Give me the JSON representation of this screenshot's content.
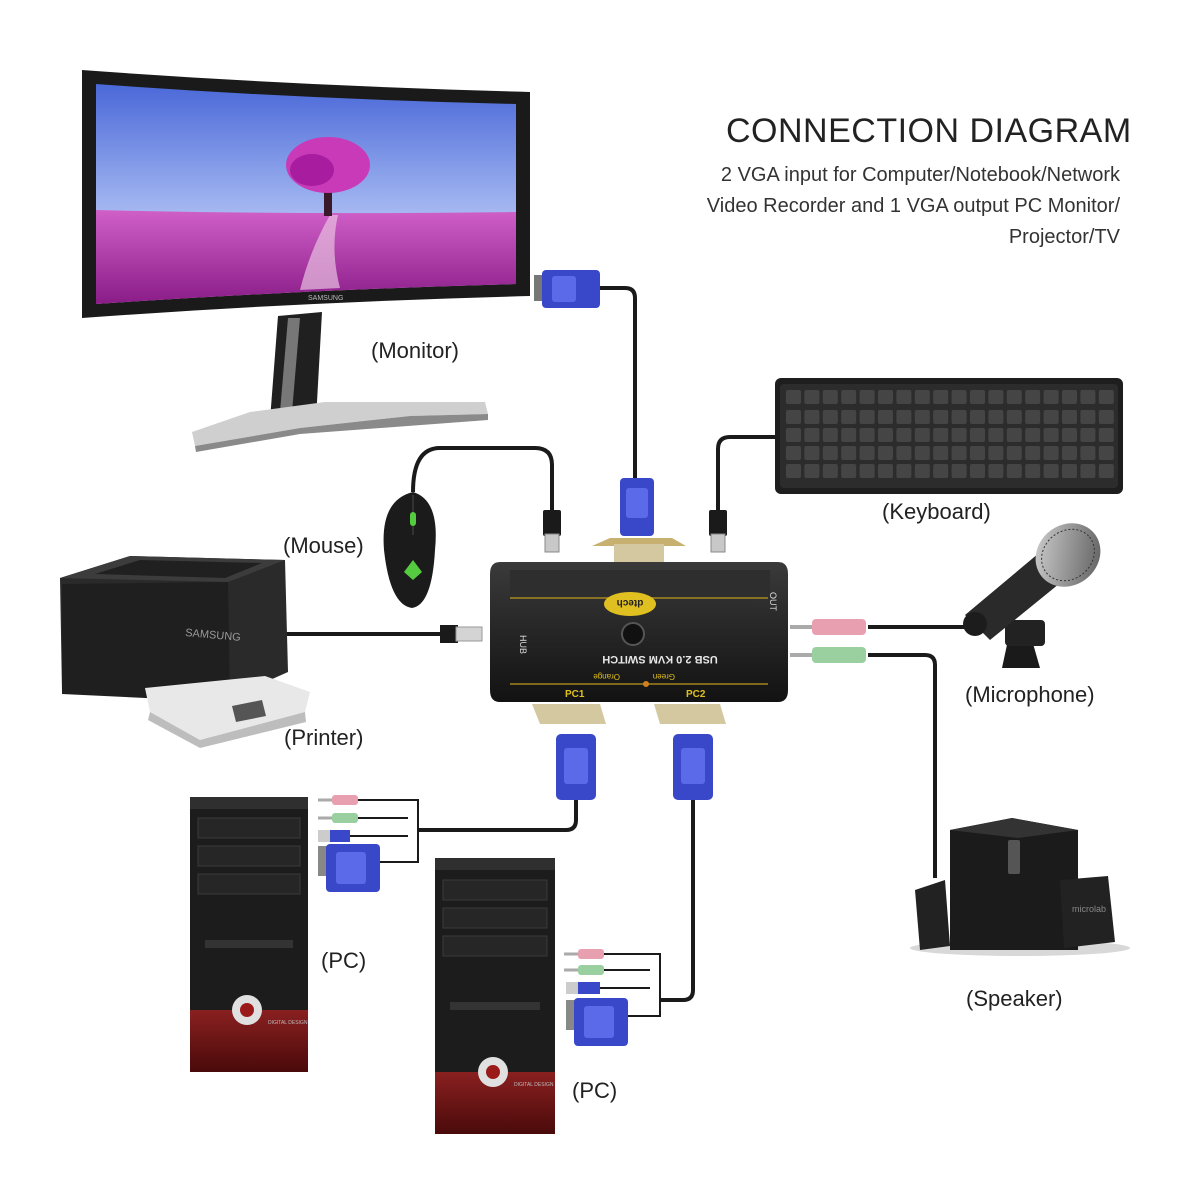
{
  "header": {
    "title": "CONNECTION DIAGRAM",
    "subtitle_lines": [
      "2 VGA input for Computer/Notebook/Network",
      "Video Recorder and 1 VGA output PC Monitor/",
      "Projector/TV"
    ]
  },
  "labels": {
    "monitor": "(Monitor)",
    "keyboard": "(Keyboard)",
    "mouse": "(Mouse)",
    "printer": "(Printer)",
    "microphone": "(Microphone)",
    "speaker": "(Speaker)",
    "pc1": "(PC)",
    "pc2": "(PC)"
  },
  "device_text": {
    "monitor_brand": "SAMSUNG",
    "printer_brand": "SAMSUNG",
    "kvm_model": "USB 2.0 KVM SWITCH",
    "kvm_brand": "dtech",
    "kvm_port_pc1": "PC1",
    "kvm_port_pc2": "PC2",
    "kvm_hub": "HUB",
    "kvm_out": "OUT",
    "kvm_led_1": "Orange",
    "kvm_led_2": "Green",
    "speaker_brand": "microlab",
    "pc_badge": "DIGITAL DESIGN"
  },
  "colors": {
    "vga_blue": "#3848c8",
    "cable": "#1a1a1a",
    "kvm_body": "#1f1f1f",
    "kvm_accent": "#e0c020",
    "pc_red": "#6a1414",
    "audio_pink": "#e8a0b0",
    "audio_green": "#9ad0a0",
    "screen_pink": "#c040b0"
  }
}
